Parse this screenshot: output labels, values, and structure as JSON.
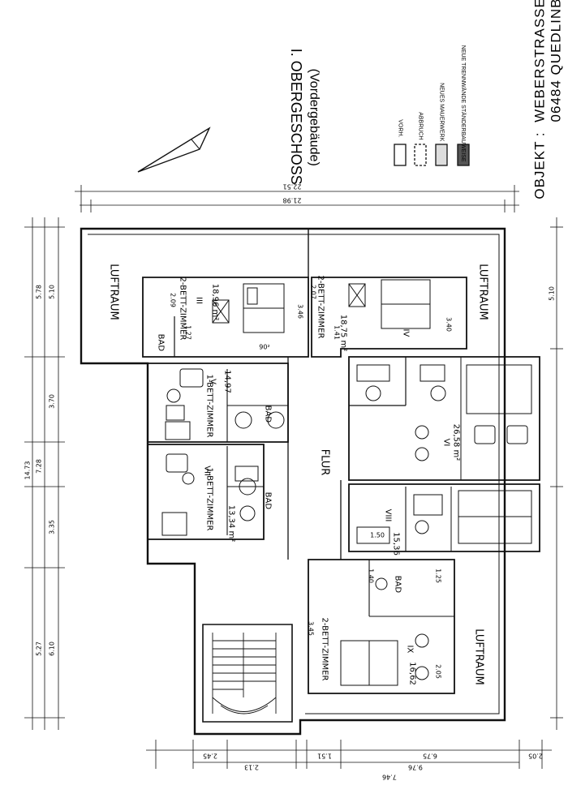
{
  "sheet": {
    "title": "I. OBERGESCHOSS",
    "subtitle": "(Vordergebäude)",
    "object_label": "OBJEKT :",
    "object_name": "WEBERSTRASSE",
    "object_city": "06484 QUEDLINB"
  },
  "legend": [
    {
      "label": "VORH."
    },
    {
      "label": "ABBRUCH"
    },
    {
      "label": "NEUES MAUERWERK"
    },
    {
      "label": "NEUE TRENNWÄNDE STÄNDERBAUWEISE"
    }
  ],
  "rooms": {
    "luftraum_1": "LUFTRAUM",
    "luftraum_2": "LUFTRAUM",
    "luftraum_3": "LUFTRAUM",
    "flur": "FLUR",
    "r3_label": "2-BETT-ZIMMER",
    "r3_num": "III",
    "r3_area": "18,96 m²",
    "r4_label": "2-BETT-ZIMMER",
    "r4_num": "IV",
    "r4_area": "18,75 m²",
    "r5_label": "1-BETT-ZIMMER",
    "r5_num": "V",
    "r5_area": "14,97",
    "r6_num": "VI",
    "r6_area": "26,58 m²",
    "r7_label": "1-BETT-ZIMMER",
    "r7_num": "VII",
    "r7_area": "13,34 m²",
    "r8_num": "VIII",
    "r8_area": "15,36",
    "r9_label": "2-BETT-ZIMMER",
    "r9_num": "IX",
    "r9_area": "16,62",
    "bad_1": "BAD",
    "bad_2": "BAD",
    "bad_3": "BAD",
    "bad_4": "BAD"
  },
  "dimensions": {
    "top_total": "22.51",
    "top_inner": "21.98",
    "left_total": "14.73",
    "left_a": "5.10",
    "left_b": "5.78",
    "left_c": "3.70",
    "left_d": "3.35",
    "left_e": "7.28",
    "left_f": "5.27",
    "left_g": "6.10",
    "right_a": "5.10",
    "bot_a": "2.45",
    "bot_b": "2.13",
    "bot_c": "1.51",
    "bot_d": "9.76",
    "bot_e": "6.75",
    "bot_f": "7.46",
    "bot_g": "2.05",
    "m_209": "2.09",
    "m_207": "2.07",
    "m_340": "3.40",
    "m_346": "3.46",
    "m_345": "3.45",
    "m_140": "1.40",
    "m_125": "1.25",
    "m_205": "2.05",
    "m_150": "1.50",
    "m_127": "1.27",
    "m_902": "90²",
    "m_141": "1.41"
  }
}
